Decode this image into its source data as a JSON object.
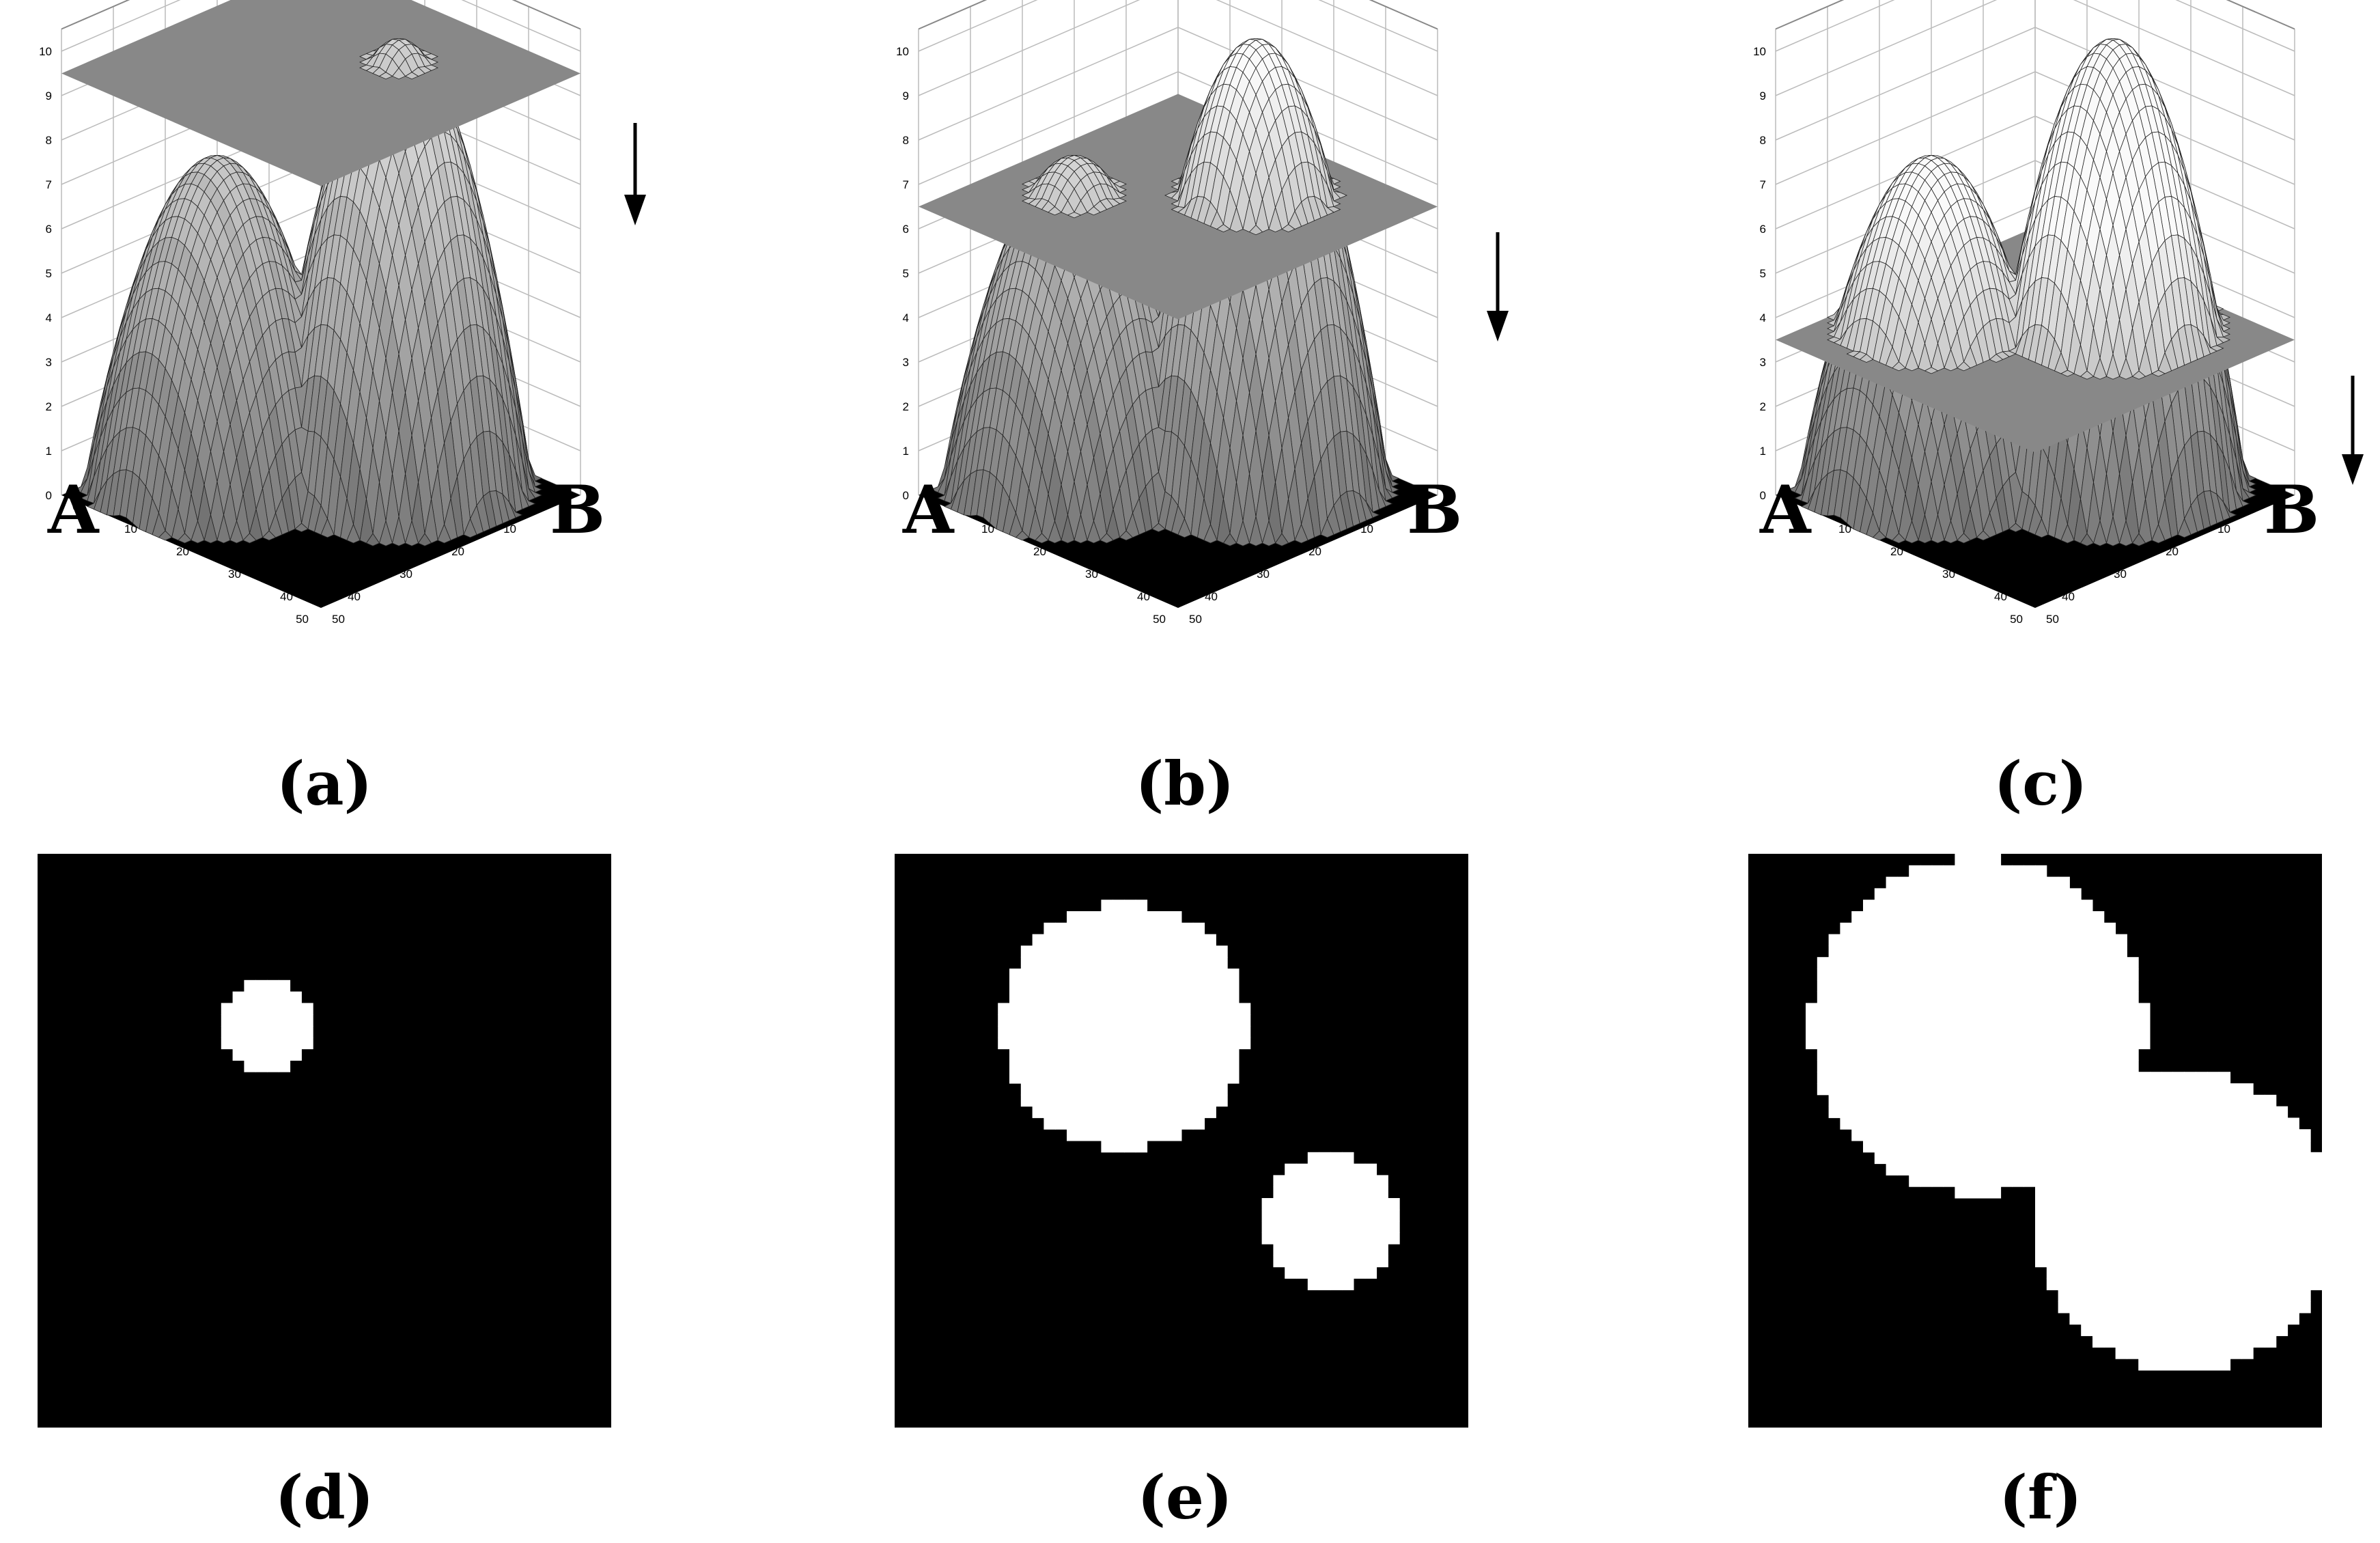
{
  "figure": {
    "panels": [
      {
        "id": "a",
        "caption": "(a)",
        "label_left": "A",
        "label_right": "B",
        "threshold": 9.5,
        "arrow_icon": "down-arrow-icon"
      },
      {
        "id": "b",
        "caption": "(b)",
        "label_left": "A",
        "label_right": "B",
        "threshold": 6.5,
        "arrow_icon": "down-arrow-icon"
      },
      {
        "id": "c",
        "caption": "(c)",
        "label_left": "A",
        "label_right": "B",
        "threshold": 3.5,
        "arrow_icon": "down-arrow-icon"
      }
    ],
    "z_ticks": [
      "0",
      "1",
      "2",
      "3",
      "4",
      "5",
      "6",
      "7",
      "8",
      "9",
      "10"
    ],
    "x_ticks": [
      "0",
      "10",
      "20",
      "30",
      "40",
      "50"
    ],
    "y_ticks": [
      "0",
      "10",
      "20",
      "30",
      "40",
      "50"
    ],
    "binary_panels": [
      {
        "id": "d",
        "caption": "(d)"
      },
      {
        "id": "e",
        "caption": "(e)"
      },
      {
        "id": "f",
        "caption": "(f)"
      }
    ]
  },
  "colors": {
    "plane": "#888888",
    "floor": "#000000",
    "background_binary": "#000000",
    "foreground_binary": "#ffffff"
  }
}
